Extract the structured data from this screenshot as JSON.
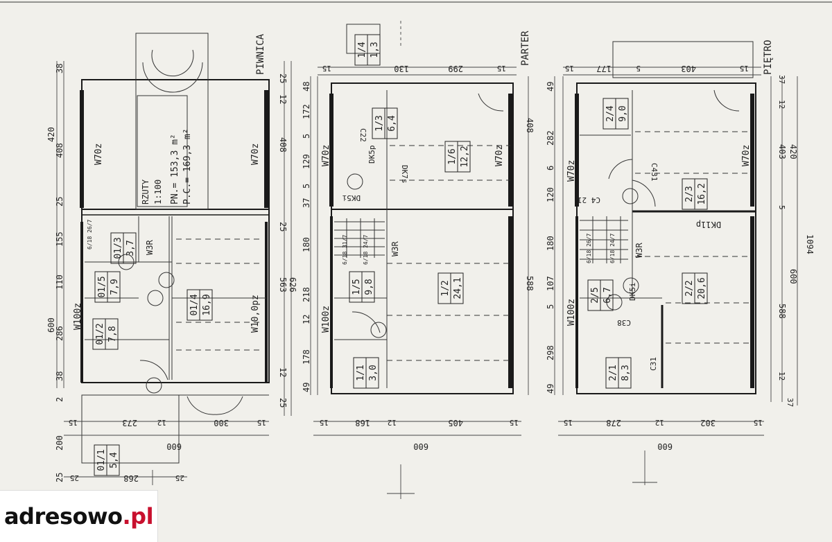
{
  "labels": {
    "piwnica": "PIWNICA",
    "parter": "PARTER",
    "pietro": "PIĘTRO",
    "rzuty_title": "RZUTY",
    "rzuty_scale": "1:100",
    "pn": "PN.= 153,3 m²",
    "pc": "P.C.= 169,3 m²"
  },
  "rooms": {
    "r011": [
      "01/1",
      "5,4"
    ],
    "r012": [
      "01/2",
      "7,8"
    ],
    "r013": [
      "01/3",
      "3,7"
    ],
    "r014": [
      "01/4",
      "16,9"
    ],
    "r015": [
      "01/5",
      "7,9"
    ],
    "r11": [
      "1/1",
      "3,0"
    ],
    "r12": [
      "1/2",
      "24,1"
    ],
    "r13": [
      "1/3",
      "6,4"
    ],
    "r14": [
      "1/4",
      "1,3"
    ],
    "r15": [
      "1/5",
      "9,8"
    ],
    "r16": [
      "1/6",
      "12,2"
    ],
    "r21": [
      "2/1",
      "8,3"
    ],
    "r22": [
      "2/2",
      "20,6"
    ],
    "r23": [
      "2/3",
      "16,2"
    ],
    "r24": [
      "2/4",
      "9,0"
    ],
    "r25": [
      "2/5",
      "6,7"
    ]
  },
  "wall_codes": {
    "w70z": "W70z",
    "w100z": "W100z",
    "w100pz": "W10,0pz",
    "w3r": "W3R",
    "dk5p": "DK5p",
    "dk5i": "DK5i",
    "dk7s": "DK7s",
    "dk11p": "DK11p",
    "c22": "C22",
    "c31": "C31",
    "c38": "C38",
    "c421": "C4 21",
    "c431": "C431"
  },
  "dims": {
    "d38": "38",
    "d420": "420",
    "d408": "408",
    "d25": "25",
    "d155": "155",
    "d110": "110",
    "d600": "600",
    "d286": "286",
    "d2": "2",
    "d200": "200",
    "d12": "12",
    "d563": "563",
    "d626": "626",
    "d15": "15",
    "d273": "273",
    "d300": "300",
    "d268": "268",
    "d48": "48",
    "d172": "172",
    "d5": "5",
    "d129": "129",
    "d37": "37",
    "d180": "180",
    "d218": "218",
    "d178": "178",
    "d49": "49",
    "d299": "299",
    "d130": "130",
    "d588": "588",
    "d168": "168",
    "d405": "405",
    "d282": "282",
    "d6": "6",
    "d120": "120",
    "d107": "107",
    "d298": "298",
    "d177": "177",
    "d403": "403",
    "d1094": "1094",
    "d278": "278",
    "d302": "302"
  },
  "stair_marks": {
    "s1": "6/18 26/7",
    "s2": "6/18 31/7",
    "s3": "6/18 24/7",
    "s4": "6/18 26/7",
    "s5": "6/18 24/7"
  },
  "logo": {
    "main": "adresowo",
    "tld": ".pl"
  },
  "colors": {
    "ink": "#1a1a1a",
    "paper": "#f1f0eb",
    "logo_red": "#c8102e"
  }
}
